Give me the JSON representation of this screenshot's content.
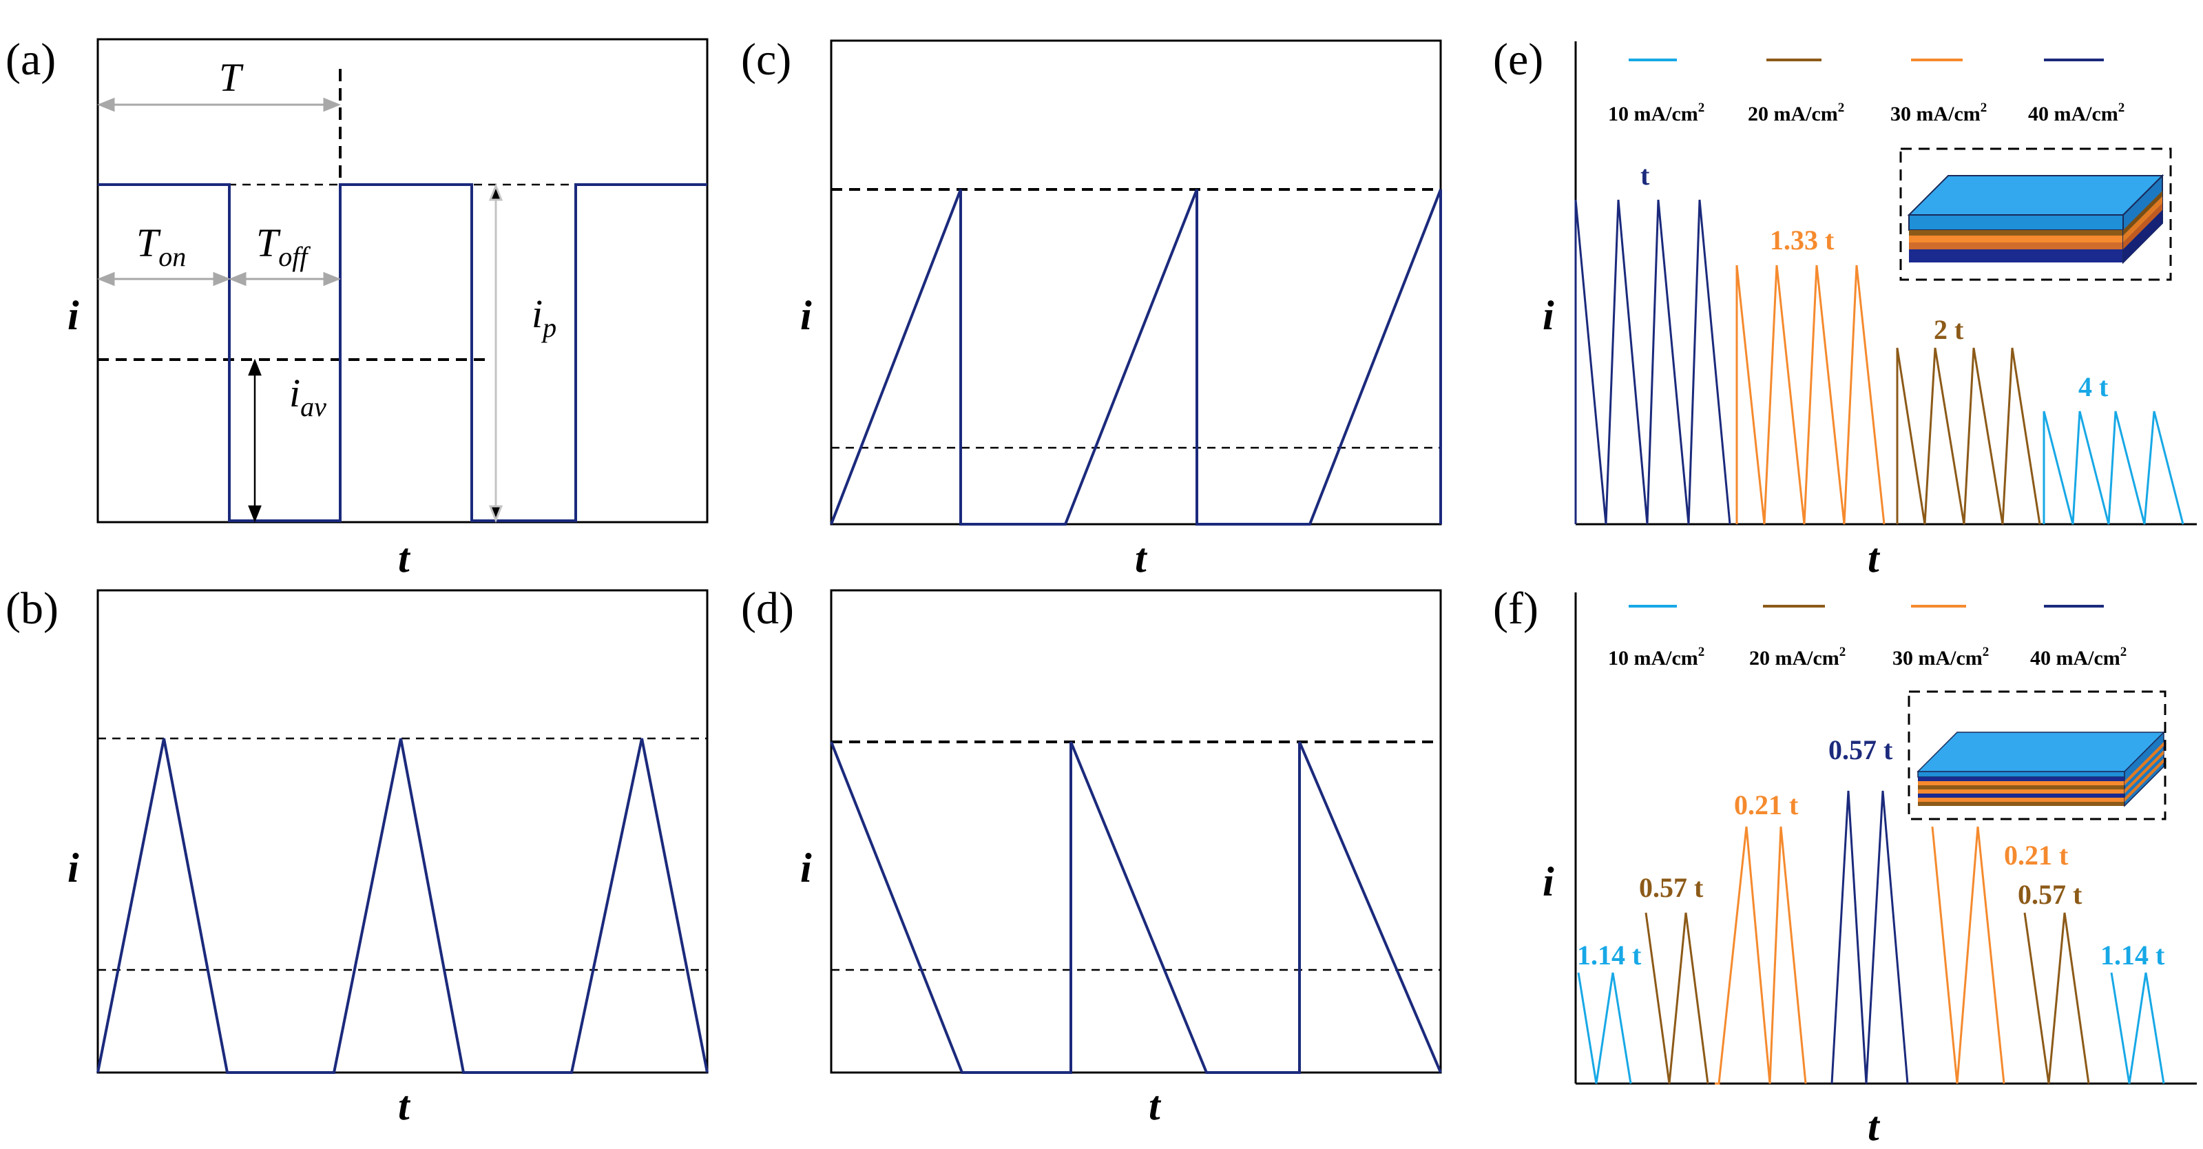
{
  "colors": {
    "navy": "#1b2a7c",
    "brown": "#8c5a18",
    "orange": "#f58a2e",
    "sky": "#17a8e6",
    "layer_blue": "#1f8fd8",
    "layer_top": "#33a8ee",
    "layer_dark": "#1a2a8f",
    "frame": "#000000"
  },
  "panels": {
    "a": {
      "label": "(a)",
      "xlabel": "t",
      "ylabel": "i",
      "ann": {
        "T": "T",
        "Ton": "T",
        "Ton_sub": "on",
        "Toff": "T",
        "Toff_sub": "off",
        "ip": "i",
        "ip_sub": "p",
        "iav": "i",
        "iav_sub": "av"
      }
    },
    "b": {
      "label": "(b)",
      "xlabel": "t",
      "ylabel": "i"
    },
    "c": {
      "label": "(c)",
      "xlabel": "t",
      "ylabel": "i"
    },
    "d": {
      "label": "(d)",
      "xlabel": "t",
      "ylabel": "i"
    },
    "e": {
      "label": "(e)",
      "xlabel": "t",
      "ylabel": "i",
      "legend": [
        {
          "text": "10 mA/cm",
          "sup": "2",
          "color": "sky"
        },
        {
          "text": "20 mA/cm",
          "sup": "2",
          "color": "brown"
        },
        {
          "text": "30 mA/cm",
          "sup": "2",
          "color": "orange"
        },
        {
          "text": "40 mA/cm",
          "sup": "2",
          "color": "navy"
        }
      ],
      "multipliers": [
        {
          "text": "t",
          "color": "navy"
        },
        {
          "text": "1.33 t",
          "color": "orange"
        },
        {
          "text": "2 t",
          "color": "brown"
        },
        {
          "text": "4 t",
          "color": "sky"
        }
      ]
    },
    "f": {
      "label": "(f)",
      "xlabel": "t",
      "ylabel": "i",
      "legend": [
        {
          "text": "10 mA/cm",
          "sup": "2",
          "color": "sky"
        },
        {
          "text": "20 mA/cm",
          "sup": "2",
          "color": "brown"
        },
        {
          "text": "30 mA/cm",
          "sup": "2",
          "color": "orange"
        },
        {
          "text": "40 mA/cm",
          "sup": "2",
          "color": "navy"
        }
      ],
      "multipliers": [
        {
          "text": "1.14 t",
          "color": "sky"
        },
        {
          "text": "0.57 t",
          "color": "brown"
        },
        {
          "text": "0.21 t",
          "color": "orange"
        },
        {
          "text": "0.57 t",
          "color": "navy"
        },
        {
          "text": "0.21 t",
          "color": "orange"
        },
        {
          "text": "0.57 t",
          "color": "brown"
        },
        {
          "text": "1.14 t",
          "color": "sky"
        }
      ]
    }
  }
}
